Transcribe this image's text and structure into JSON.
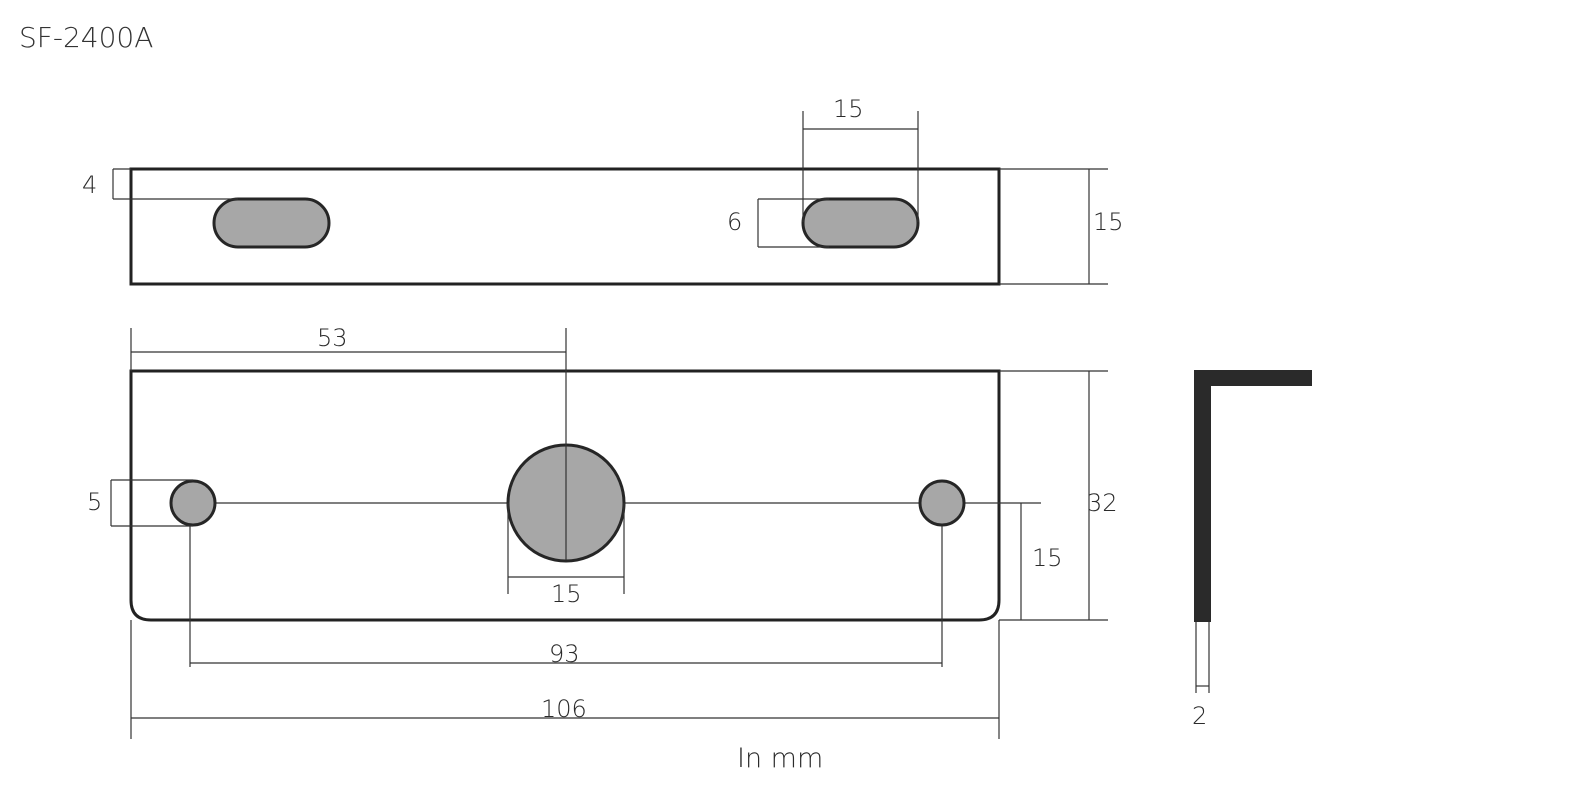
{
  "title": "SF-2400A",
  "top_view": {
    "dim_slot_offset": "4",
    "dim_slot_length": "15",
    "dim_slot_width": "6",
    "dim_height": "15"
  },
  "front_view": {
    "dim_center": "53",
    "dim_small_hole": "5",
    "dim_large_hole": "15",
    "dim_hole_spacing": "93",
    "dim_total_length": "106",
    "dim_height": "32",
    "dim_hole_height": "15"
  },
  "profile_view": {
    "dim_thickness": "2"
  },
  "unit_label": "In mm"
}
